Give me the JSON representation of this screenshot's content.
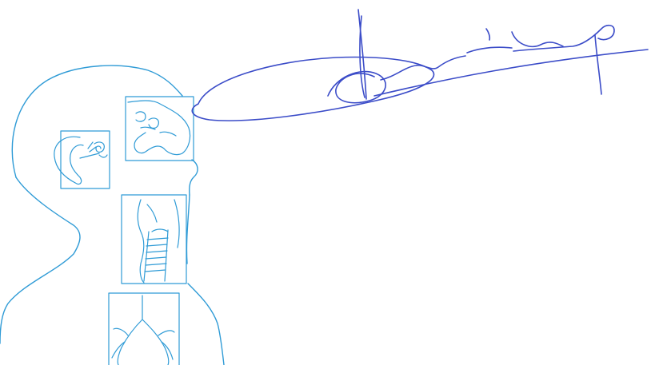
{
  "figure": {
    "kind": "line-art medical illustration with handwritten signature",
    "colors": {
      "illustration": "#2f9bd6",
      "signature": "#3b4cc8",
      "background": "#ffffff"
    },
    "panels": [
      "ear-panel",
      "nasal-cavity-panel",
      "larynx-trachea-panel",
      "lungs-panel"
    ],
    "signature": {
      "type": "handwritten signature"
    }
  }
}
